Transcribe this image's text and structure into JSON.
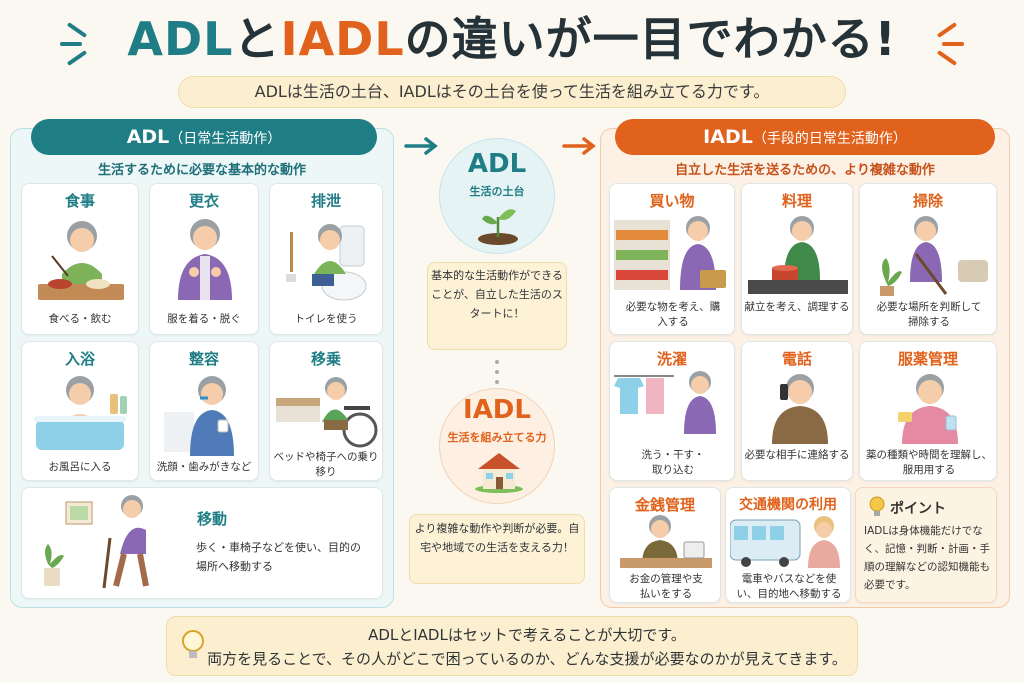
{
  "header": {
    "title_adl": "ADL",
    "title_to": "と",
    "title_iadl": "IADL",
    "title_rest": "の違いが一目でわかる!",
    "subtitle": "ADLは生活の土台、IADLはその土台を使って生活を組み立てる力です。"
  },
  "colors": {
    "adl": "#1f7d86",
    "iadl": "#e0621c",
    "note_bg": "#fdf2d6"
  },
  "adl": {
    "heading": "ADL",
    "heading_sub": "（日常生活動作）",
    "description": "生活するために必要な基本的な動作",
    "cards": [
      {
        "title": "食事",
        "caption": "食べる・飲む",
        "icon": "eating-illustration"
      },
      {
        "title": "更衣",
        "caption": "服を着る・脱ぐ",
        "icon": "dressing-illustration"
      },
      {
        "title": "排泄",
        "caption": "トイレを使う",
        "icon": "toilet-illustration"
      },
      {
        "title": "入浴",
        "caption": "お風呂に入る",
        "icon": "bathing-illustration"
      },
      {
        "title": "整容",
        "caption": "洗顔・歯みがきなど",
        "icon": "grooming-illustration"
      },
      {
        "title": "移乗",
        "caption": "ベッドや椅子への乗り移り",
        "icon": "transfer-illustration"
      },
      {
        "title": "移動",
        "caption": "歩く・車椅子などを使い、目的の場所へ移動する",
        "icon": "walking-illustration"
      }
    ]
  },
  "middle": {
    "adl_main": "ADL",
    "adl_sub": "生活の土台",
    "adl_note": "基本的な生活動作ができることが、自立した生活のスタートに！",
    "iadl_main": "IADL",
    "iadl_sub": "生活を組み立てる力",
    "iadl_note": "より複雑な動作や判断が必要。自宅や地域での生活を支える力！"
  },
  "iadl": {
    "heading": "IADL",
    "heading_sub": "（手段的日常生活動作）",
    "description": "自立した生活を送るための、より複雑な動作",
    "cards": [
      {
        "title": "買い物",
        "caption": "必要な物を考え、購入する",
        "icon": "shopping-illustration"
      },
      {
        "title": "料理",
        "caption": "献立を考え、調理する",
        "icon": "cooking-illustration"
      },
      {
        "title": "掃除",
        "caption": "必要な場所を判断して掃除する",
        "icon": "cleaning-illustration"
      },
      {
        "title": "洗濯",
        "caption": "洗う・干す・取り込む",
        "icon": "laundry-illustration"
      },
      {
        "title": "電話",
        "caption": "必要な相手に連絡する",
        "icon": "phone-illustration"
      },
      {
        "title": "服薬管理",
        "caption": "薬の種類や時間を理解し、服用用する",
        "icon": "medication-illustration"
      },
      {
        "title": "金銭管理",
        "caption": "お金の管理や支払いをする",
        "icon": "money-illustration"
      },
      {
        "title": "交通機関の利用",
        "caption": "電車やバスなどを使い、目的地へ移動する",
        "icon": "bus-illustration"
      }
    ],
    "point": {
      "title": "ポイント",
      "body": "IADLは身体機能だけでなく、記憶・判断・計画・手順の理解などの認知機能も必要です。"
    }
  },
  "footer": {
    "line1": "ADLとIADLはセットで考えることが大切です。",
    "line2": "両方を見ることで、その人がどこで困っているのか、どんな支援が必要なのかが見えてきます。"
  }
}
